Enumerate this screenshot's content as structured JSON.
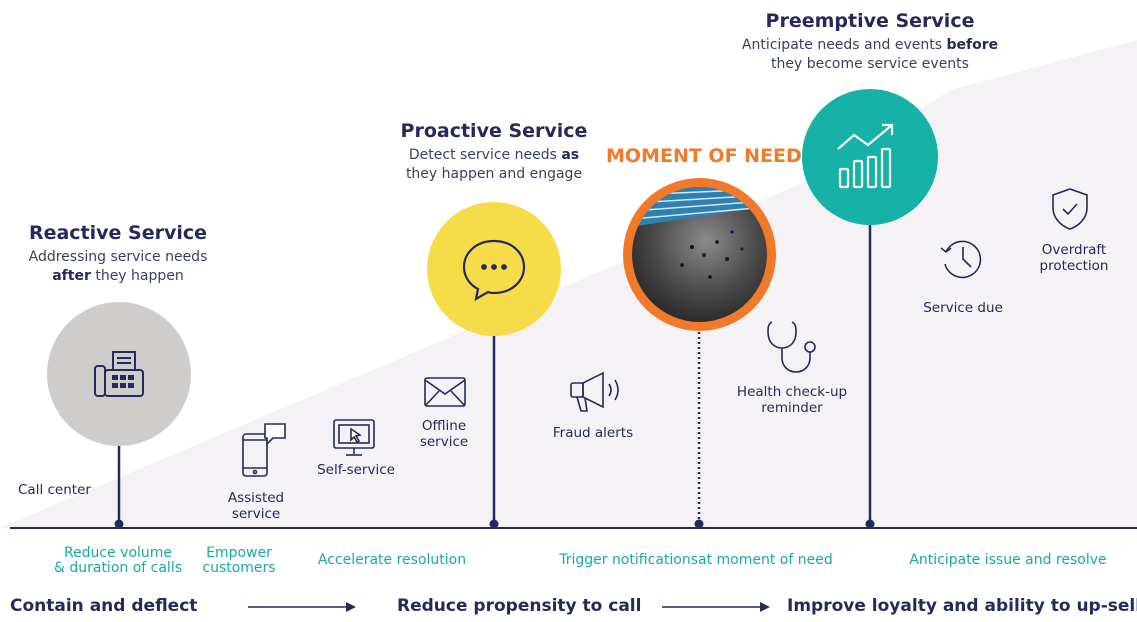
{
  "stages": {
    "reactive": {
      "title": "Reactive Service",
      "desc_line1": "Addressing service needs",
      "desc_bold": "after",
      "desc_rest": " they happen"
    },
    "proactive": {
      "title": "Proactive Service",
      "desc_pre": "Detect service needs ",
      "desc_bold": "as",
      "desc_line2": "they happen and engage"
    },
    "preemptive": {
      "title": "Preemptive Service",
      "desc_pre": "Anticipate needs and events ",
      "desc_bold": "before",
      "desc_line2": "they become service events"
    }
  },
  "moment_of_need": "MOMENT OF NEED",
  "items": {
    "call_center": "Call center",
    "assisted_line1": "Assisted",
    "assisted_line2": "service",
    "self_service": "Self-service",
    "offline_line1": "Offline",
    "offline_line2": "service",
    "fraud_alerts": "Fraud alerts",
    "health_line1": "Health check-up",
    "health_line2": "reminder",
    "service_due": "Service due",
    "overdraft_line1": "Overdraft",
    "overdraft_line2": "protection"
  },
  "outcomes": {
    "reduce_line1": "Reduce volume",
    "reduce_line2": "& duration of calls",
    "empower_line1": "Empower",
    "empower_line2": "customers",
    "accelerate": "Accelerate resolution",
    "trigger": "Trigger notificationsat moment of need",
    "anticipate": "Anticipate issue and resolve"
  },
  "goals": {
    "contain": "Contain and deflect",
    "reduce": "Reduce propensity to call",
    "improve": "Improve loyalty and ability to up-sell"
  },
  "colors": {
    "navy": "#262a5a",
    "teal": "#1aa9a2",
    "orange": "#f07a2a",
    "yellow": "#f7dc4a",
    "grey": "#cfcccc",
    "area": "#f4f2f4"
  },
  "icons": [
    "fax-icon",
    "phone-chat-icon",
    "monitor-cursor-icon",
    "envelope-icon",
    "megaphone-icon",
    "stethoscope-icon",
    "clock-icon",
    "shield-check-icon",
    "growth-chart-icon",
    "chat-bubble-icon"
  ]
}
